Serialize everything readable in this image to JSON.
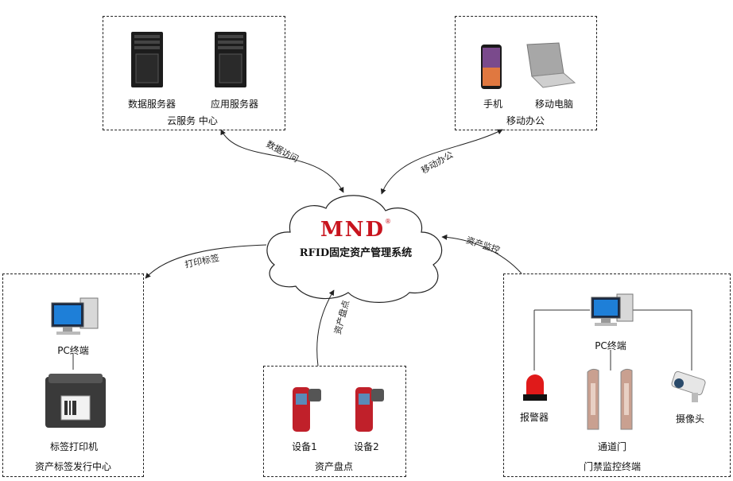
{
  "center": {
    "logo": "MND",
    "registered": "®",
    "title": "RFID固定资产管理系统"
  },
  "groups": {
    "cloud": {
      "title": "云服务 中心",
      "items": [
        "数据服务器",
        "应用服务器"
      ]
    },
    "mobile": {
      "title": "移动办公",
      "items": [
        "手机",
        "移动电脑"
      ]
    },
    "print": {
      "title": "资产标签发行中心",
      "items": [
        "PC终端",
        "标签打印机"
      ]
    },
    "inventory": {
      "title": "资产盘点",
      "items": [
        "设备1",
        "设备2"
      ]
    },
    "access": {
      "title": "门禁监控终端",
      "items": [
        "PC终端",
        "报警器",
        "通道门",
        "摄像头"
      ]
    }
  },
  "edges": {
    "data_access": "数据访问",
    "mobile_office": "移动办公",
    "print_label": "打印标签",
    "asset_inventory": "资产盘点",
    "asset_monitor": "资产监控"
  },
  "colors": {
    "brand_red": "#c8141e",
    "device_red": "#c0202a",
    "dark": "#222222"
  }
}
